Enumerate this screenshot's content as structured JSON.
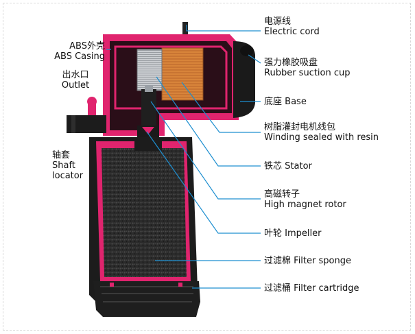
{
  "labels": {
    "electric_cord": {
      "zh": "电源线",
      "en": "Electric cord"
    },
    "abs_casing": {
      "zh": "ABS外壳",
      "en": "ABS Casing"
    },
    "suction_cup": {
      "zh": "强力橡胶吸盘",
      "en": "Rubber suction cup"
    },
    "outlet": {
      "zh": "出水口",
      "en": "Outlet"
    },
    "base": {
      "zh": "底座",
      "en": "Base"
    },
    "winding": {
      "zh": "树脂灌封电机线包",
      "en": "Winding sealed with resin"
    },
    "shaft_locator": {
      "zh": "轴套",
      "en_1": "Shaft",
      "en_2": "locator"
    },
    "stator": {
      "zh": "铁芯",
      "en": "Stator"
    },
    "rotor": {
      "zh": "高磁转子",
      "en": "High magnet rotor"
    },
    "impeller": {
      "zh": "叶轮",
      "en": "Impeller"
    },
    "sponge": {
      "zh": "过滤棉",
      "en": "Filter sponge"
    },
    "cartridge": {
      "zh": "过滤桶",
      "en": "Filter cartridge"
    }
  },
  "colors": {
    "casing": "#e0246e",
    "casing_dark": "#8c0f3f",
    "body_black": "#1c1c1c",
    "sponge": "#2e2e2e",
    "copper": "#d8843a",
    "steel": "#bfc3c7",
    "leader": "#1e8fd0"
  }
}
